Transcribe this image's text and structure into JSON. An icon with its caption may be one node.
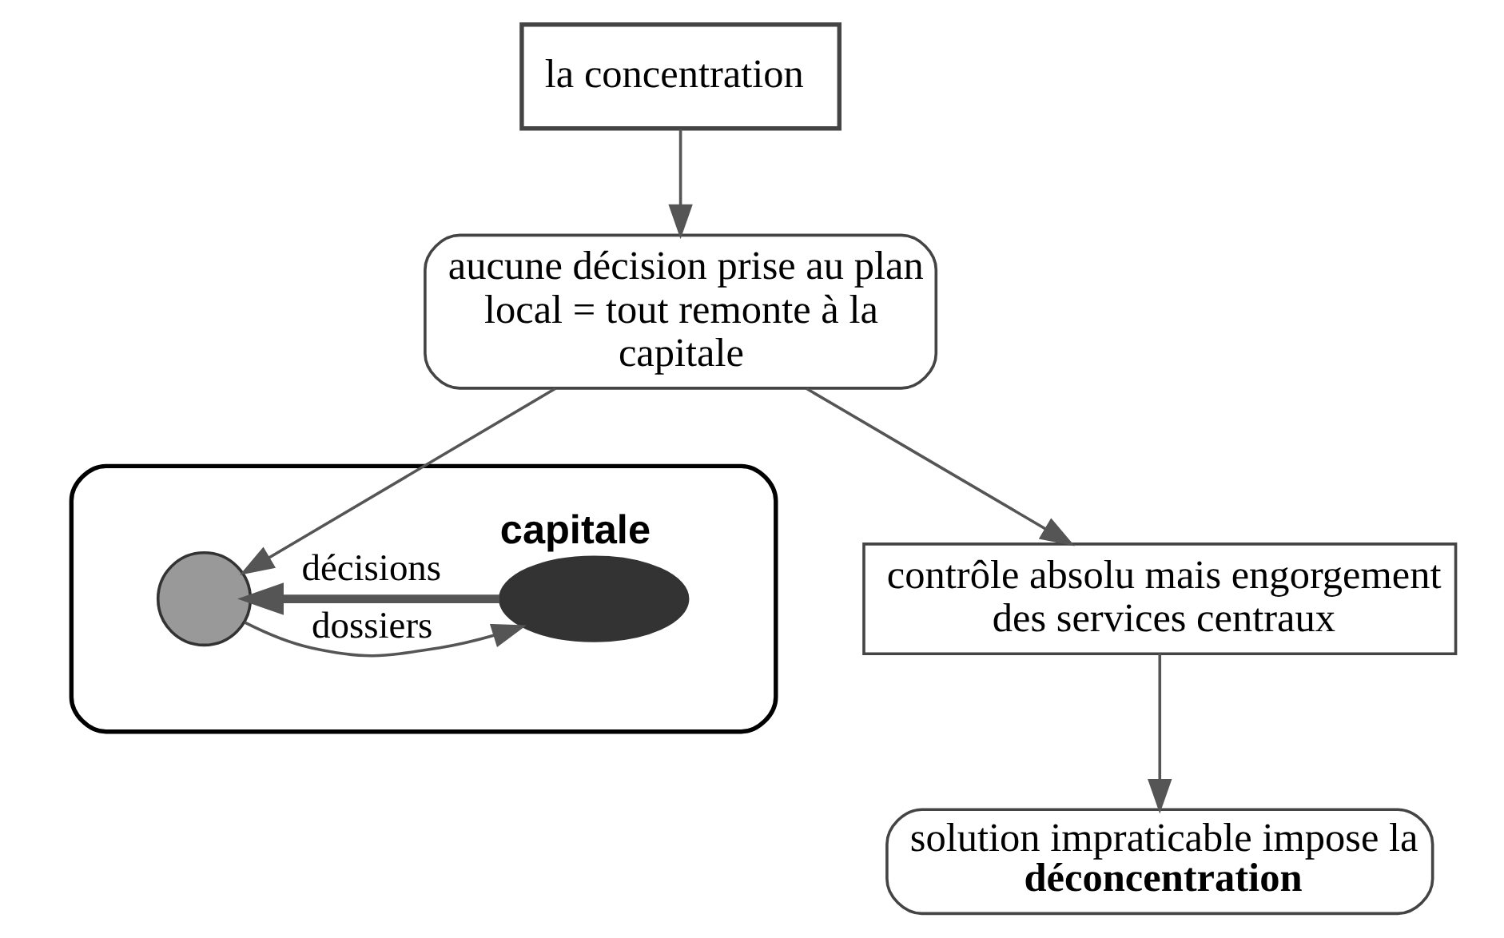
{
  "diagram": {
    "nodes": [
      {
        "text": [],
        "shape": "ellipse"
      },
      {
        "text": [],
        "shape": "ellipse",
        "beside": [
          "capitale"
        ],
        "in": 0
      },
      {
        "text": [],
        "shape": "circle",
        "in": 0
      },
      {
        "text": [
          "la concentration"
        ]
      },
      {
        "text": [
          "aucune décision prise au plan local = tout remonte à la capitale"
        ]
      },
      {
        "text": [
          "contrôle absolu mais engorgement des services centraux"
        ]
      },
      {
        "text": [
          "solution impraticable impose la **déconcentration**"
        ]
      }
    ],
    "edges": [
      {
        "from": 2,
        "to": 1,
        "arrow": "to",
        "label": "dossiers"
      },
      {
        "from": 1,
        "to": 2,
        "arrow": "to",
        "label": "décisions",
        "style": "thick"
      },
      {
        "from": 4,
        "to": 2,
        "arrow": "to"
      },
      {
        "from": 3,
        "to": 4,
        "arrow": "to"
      },
      {
        "from": 4,
        "to": 5,
        "arrow": "to"
      },
      {
        "from": 5,
        "to": 6,
        "arrow": "to"
      }
    ]
  }
}
